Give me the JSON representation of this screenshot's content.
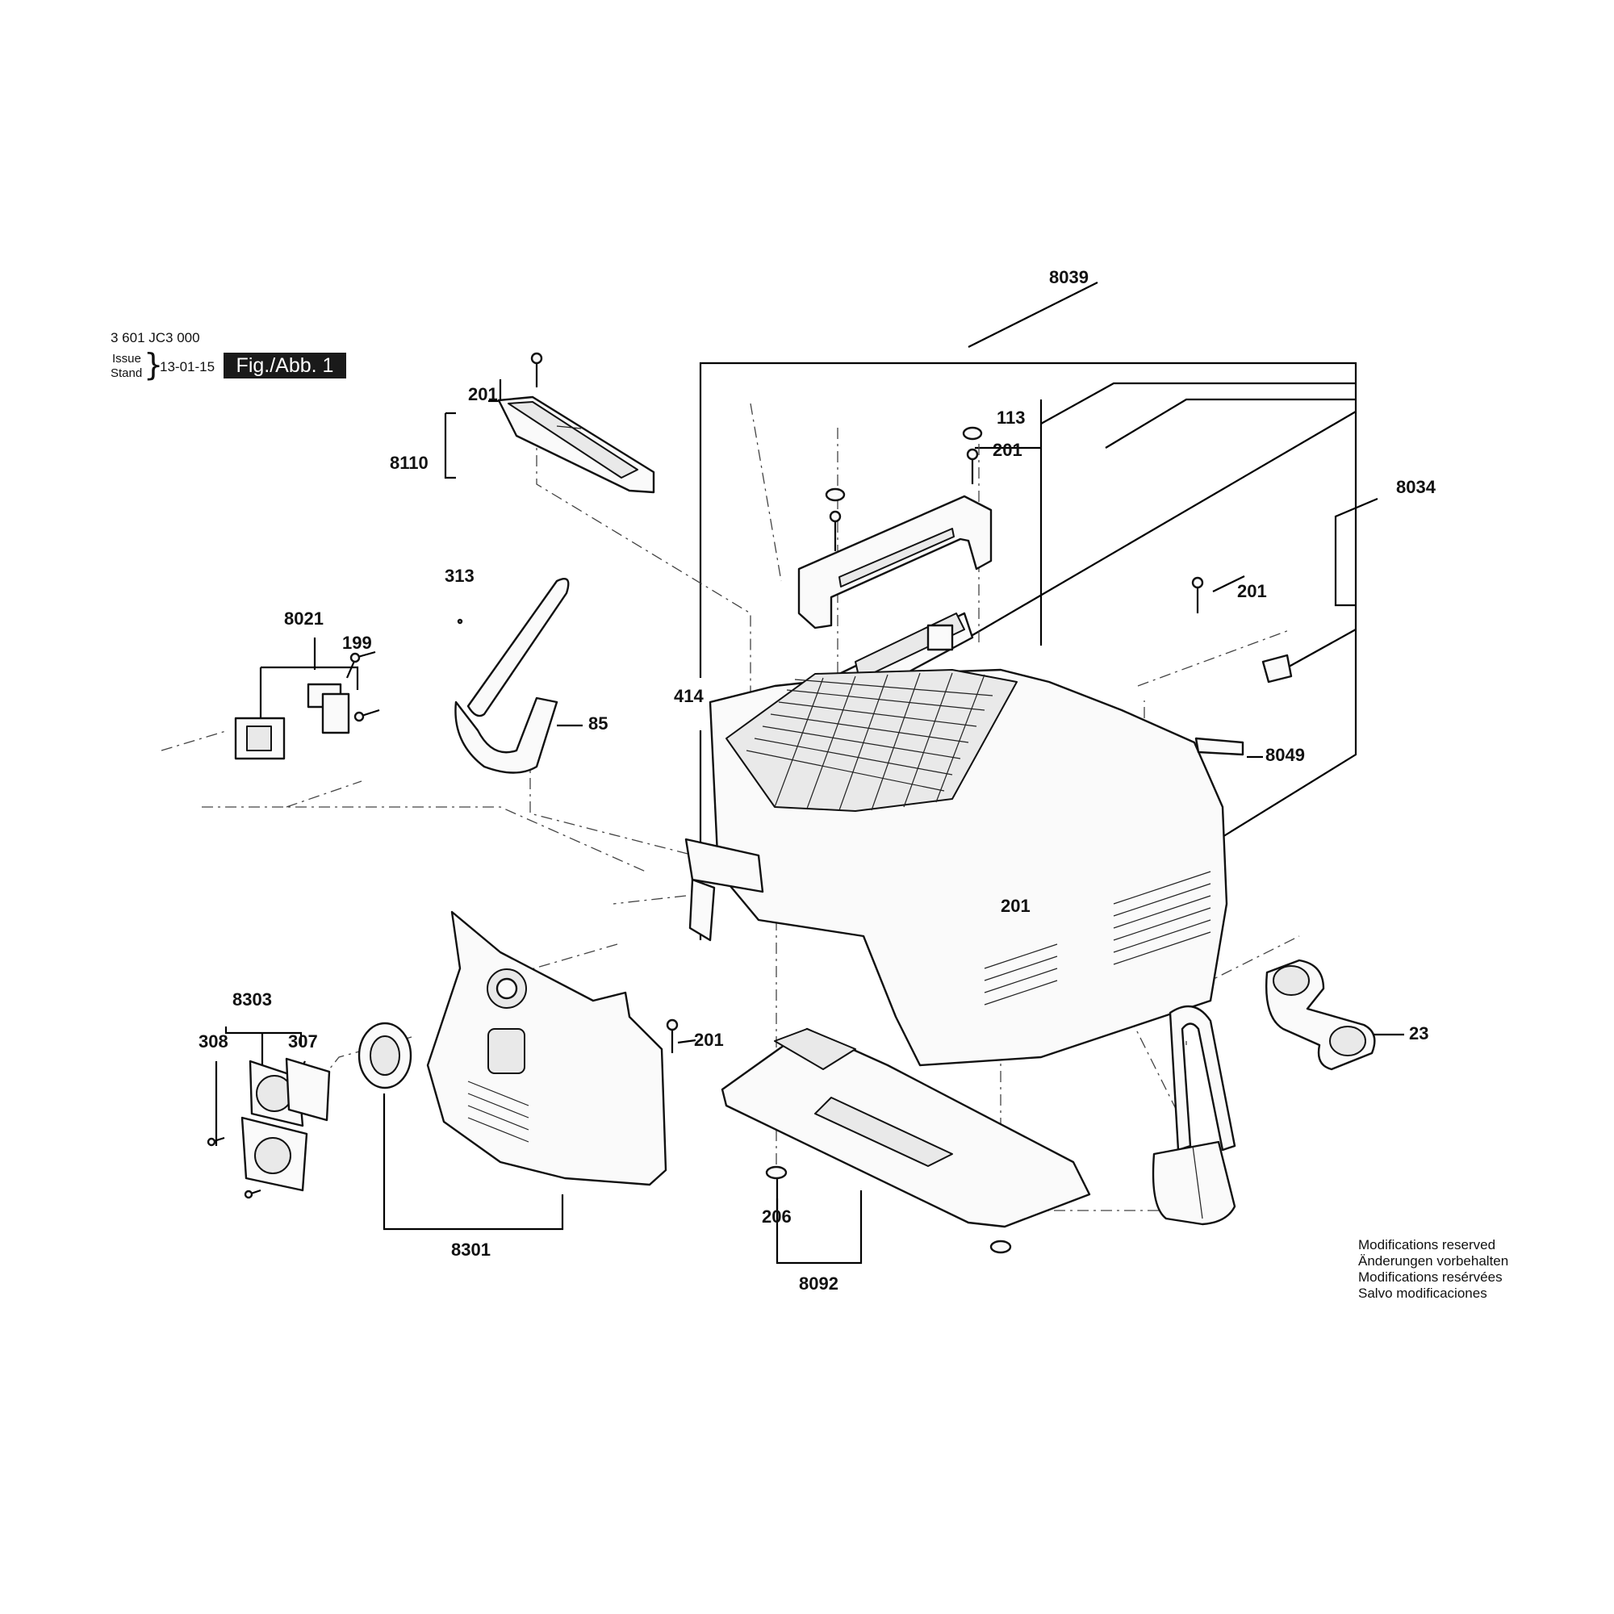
{
  "header": {
    "doc_number": "3 601 JC3 000",
    "issue_label": "Issue",
    "stand_label": "Stand",
    "date": "13-01-15",
    "figure_label": "Fig./Abb. 1"
  },
  "callouts": {
    "c201_a": "201",
    "c8110": "8110",
    "c113": "113",
    "c201_b": "201",
    "c8039": "8039",
    "c8034": "8034",
    "c313": "313",
    "c8021": "8021",
    "c199": "199",
    "c85": "85",
    "c414": "414",
    "c201_c": "201",
    "c8049": "8049",
    "c201_d": "201",
    "c8303": "8303",
    "c308": "308",
    "c307": "307",
    "c201_e": "201",
    "c23": "23",
    "c206": "206",
    "c8301": "8301",
    "c8092": "8092"
  },
  "notes": [
    "Modifications reserved",
    "Änderungen vorbehalten",
    "Modifications resérvées",
    "Salvo modificaciones"
  ]
}
